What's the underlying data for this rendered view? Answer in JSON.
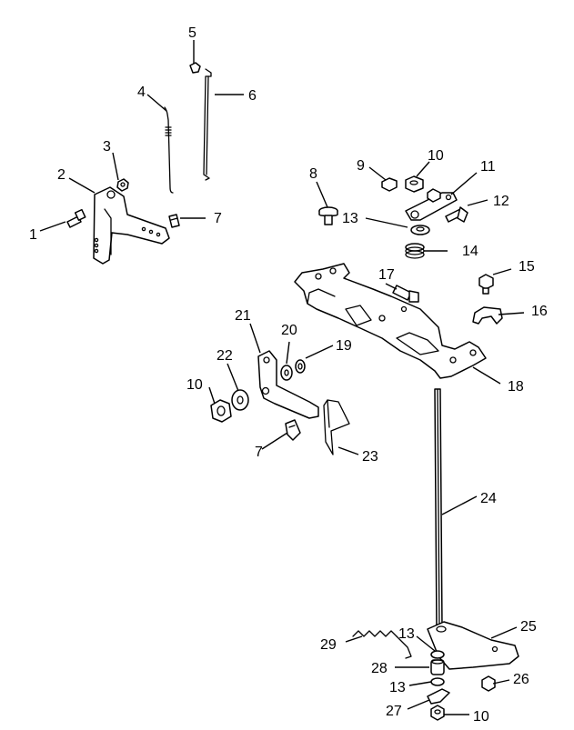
{
  "callouts": [
    "1",
    "2",
    "3",
    "4",
    "5",
    "6",
    "7",
    "8",
    "9",
    "10",
    "11",
    "12",
    "13",
    "14",
    "15",
    "16",
    "17",
    "18",
    "19",
    "20",
    "21",
    "22",
    "10",
    "7",
    "23",
    "24",
    "25",
    "29",
    "13",
    "28",
    "13",
    "26",
    "27",
    "10"
  ]
}
